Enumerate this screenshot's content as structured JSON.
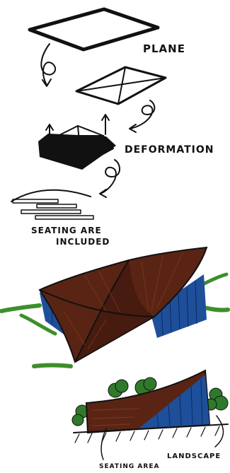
{
  "labels": {
    "plane": "PLANE",
    "deformation": "DEFORMATION",
    "seating_line1": "SEATING ARE",
    "seating_line2": "INCLUDED",
    "seating_area": "SEATING AREA",
    "landscape": "LANDSCAPE"
  },
  "colors": {
    "ink": "#111111",
    "roof_brown": "#5a2414",
    "roof_dark": "#3a160b",
    "facade_blue": "#1e4f9a",
    "tree_green": "#2f7a2a",
    "grass_green": "#3c8f2a",
    "earth": "#6b4a2a"
  }
}
